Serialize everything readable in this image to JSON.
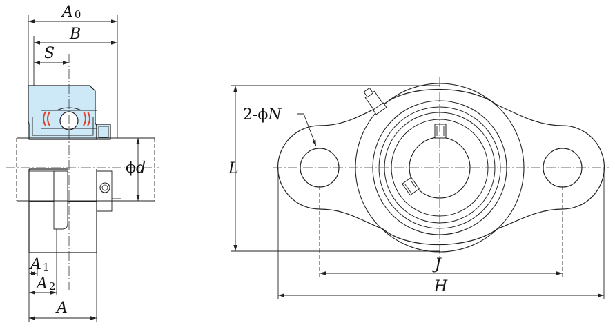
{
  "labels": {
    "a0": {
      "main": "A",
      "sub": "0"
    },
    "b": "B",
    "s": "S",
    "phi_d": {
      "phi": "ϕ",
      "var": "d"
    },
    "a1": {
      "main": "A",
      "sub": "1"
    },
    "a2": {
      "main": "A",
      "sub": "2"
    },
    "a": "A",
    "l": "L",
    "n": {
      "prefix": "2-ϕ",
      "var": "N"
    },
    "j": "J",
    "h": "H"
  },
  "colors": {
    "bearing_fill": "#cde8f6",
    "bearing_stroke": "#3aa0d8",
    "seal_red": "#e0402a",
    "line": "#222222"
  }
}
